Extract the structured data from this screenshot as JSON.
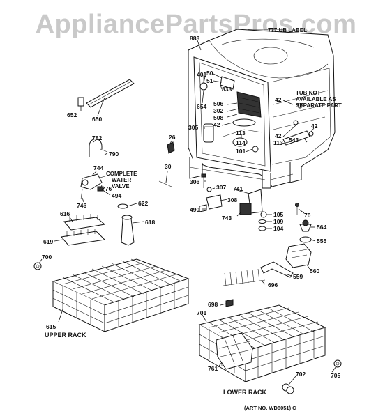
{
  "watermark": "AppliancePartsPros.com",
  "top_note": "777 UB LABEL",
  "notes": {
    "tub_1": "TUB NOT",
    "tub_2": "AVAILABLE AS",
    "tub_3": "SEPARATE PART",
    "valve_1": "COMPLETE",
    "valve_2": "WATER",
    "valve_3": "VALVE",
    "upper_rack": "UPPER RACK",
    "lower_rack": "LOWER RACK",
    "art_no": "(ART NO. WD8051) C"
  },
  "part_numbers": [
    "888",
    "50",
    "51",
    "401",
    "833",
    "654",
    "506",
    "302",
    "508",
    "42",
    "305",
    "42",
    "113",
    "114",
    "101",
    "113",
    "543",
    "42",
    "42",
    "652",
    "650",
    "782",
    "790",
    "26",
    "30",
    "744",
    "776",
    "494",
    "746",
    "306",
    "307",
    "741",
    "308",
    "490",
    "743",
    "622",
    "616",
    "618",
    "619",
    "700",
    "615",
    "105",
    "109",
    "104",
    "70",
    "564",
    "555",
    "560",
    "559",
    "696",
    "698",
    "701",
    "761",
    "702",
    "705"
  ]
}
